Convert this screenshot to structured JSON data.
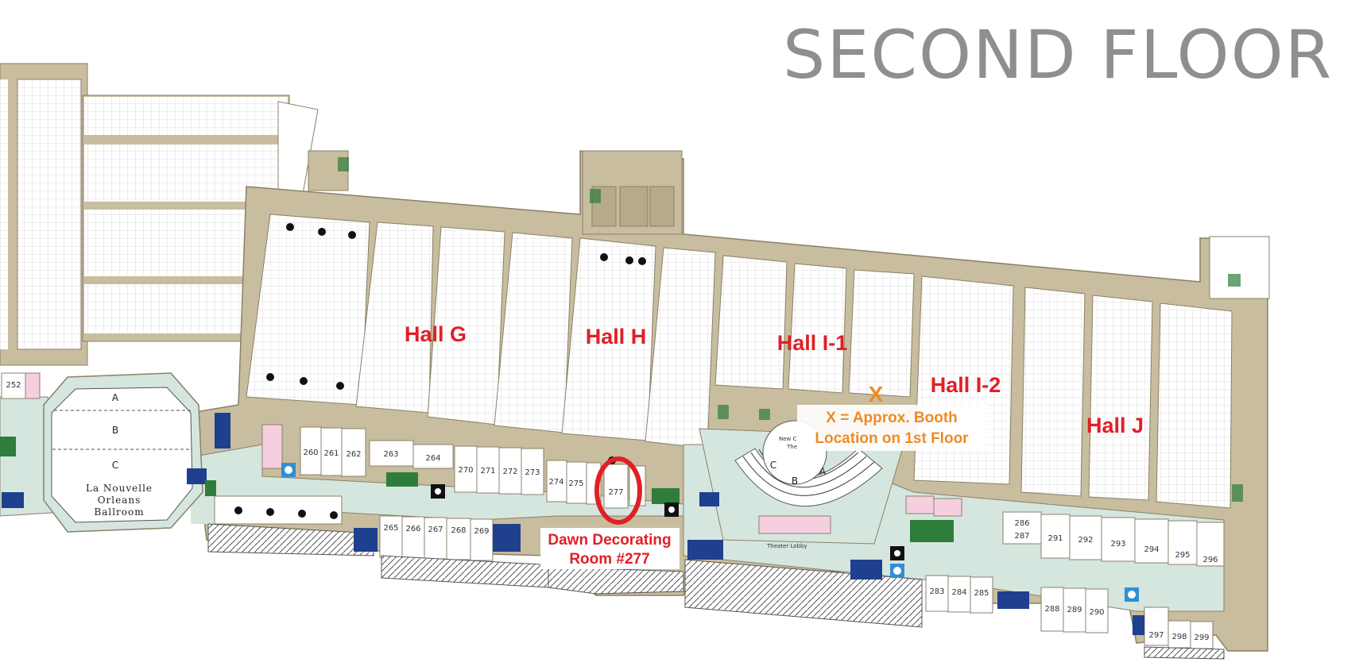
{
  "title": "SECOND FLOOR",
  "halls": [
    {
      "id": "hall-g",
      "label": "Hall G"
    },
    {
      "id": "hall-h",
      "label": "Hall H"
    },
    {
      "id": "hall-i-1",
      "label": "Hall I-1"
    },
    {
      "id": "hall-i-2",
      "label": "Hall I-2"
    },
    {
      "id": "hall-j",
      "label": "Hall J"
    }
  ],
  "booth_marker": {
    "symbol": "X",
    "line1": "X = Approx. Booth",
    "line2": "Location on 1st Floor"
  },
  "highlight": {
    "room": "277",
    "line1": "Dawn Decorating",
    "line2": "Room #277"
  },
  "ballroom": {
    "line1": "La Nouvelle",
    "line2": "Orleans",
    "line3": "Ballroom",
    "sections": [
      "A",
      "B",
      "C"
    ]
  },
  "theater": {
    "sections": [
      "C",
      "B",
      "A"
    ],
    "lobby": "Theater Lobby",
    "name_fragment1": "New C",
    "name_fragment2": "The"
  },
  "rooms_upper": [
    "252",
    "260",
    "261",
    "262",
    "263",
    "264",
    "270",
    "271",
    "272",
    "273",
    "274",
    "275",
    "277"
  ],
  "rooms_lower": [
    "265",
    "266",
    "267",
    "268",
    "269"
  ],
  "rooms_east_upper": [
    "286",
    "287",
    "291",
    "292",
    "293",
    "294",
    "295",
    "296"
  ],
  "rooms_east_lower": [
    "283",
    "284",
    "285",
    "288",
    "289",
    "290",
    "297",
    "298",
    "299"
  ],
  "colors": {
    "building": "#c8bd9e",
    "hall_floor": "#ffffff",
    "corridor": "#d5e6df",
    "hall_label": "#e01f26",
    "booth_marker": "#f08a24",
    "title": "#8f8f8f",
    "seating": "#1f3f8f"
  }
}
